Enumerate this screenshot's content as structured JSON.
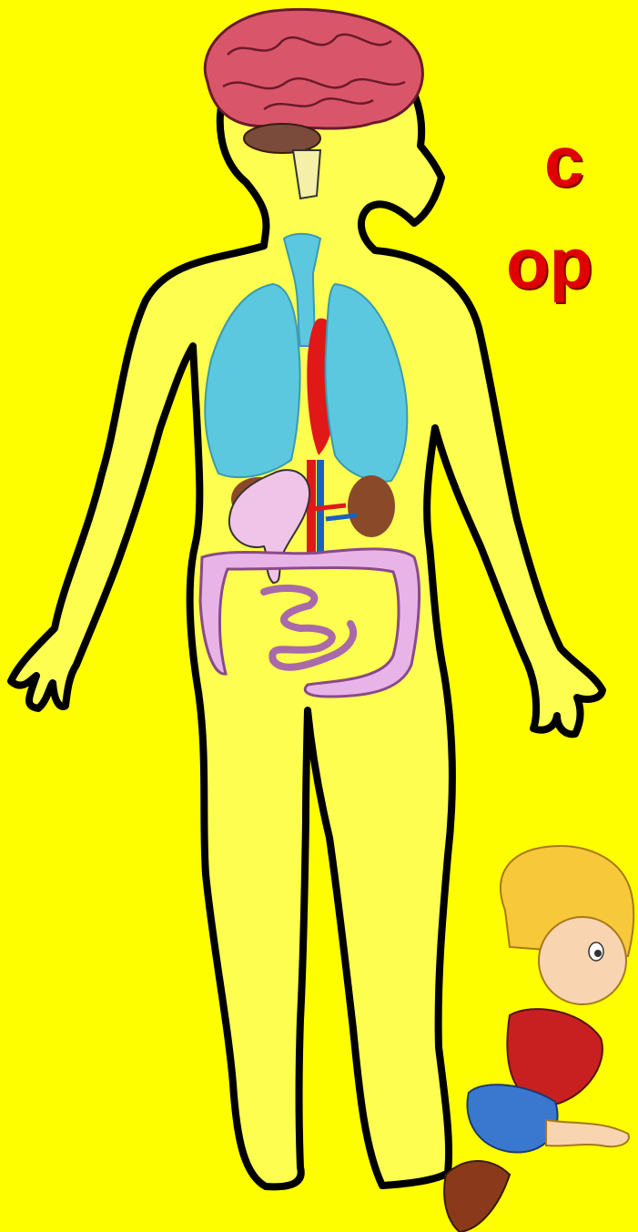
{
  "title": {
    "line1": "с",
    "line2": "ор"
  },
  "colors": {
    "background": "#fefe00",
    "title": "#e00000",
    "brain": "#d9566a",
    "cerebellum": "#7a4a3a",
    "lungs": "#5cc8e0",
    "heart": "#e01818",
    "stomach": "#f0c4e8",
    "kidney": "#8a4a2a",
    "intestine": "#e8b4e8",
    "outline": "#000000"
  },
  "figure": {
    "organs": [
      "brain",
      "cerebellum",
      "spinal-cord",
      "trachea",
      "lungs",
      "heart",
      "stomach",
      "liver",
      "kidney",
      "blood-vessels",
      "large-intestine",
      "small-intestine"
    ]
  }
}
